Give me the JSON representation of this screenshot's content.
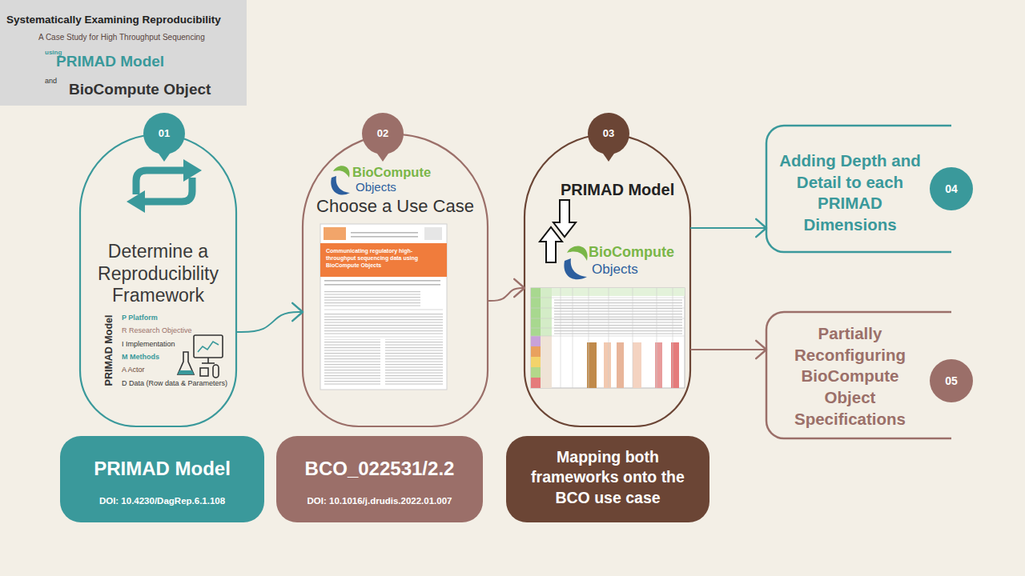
{
  "diagram": {
    "nodes": [
      {
        "text": [
          "Systematically Examining Reproducibility",
          "A Case Study for High Throughput Sequencing",
          "using",
          "PRIMAD Model",
          "and",
          "BioCompute Object"
        ]
      },
      {
        "text": [
          "Determine a Reproducibility Framework",
          "PRIMAD Model",
          "P Platform",
          "R Research Objective",
          "I Implementation",
          "M Methods",
          "A Actor",
          "D Data (Row data & Parameters)"
        ]
      },
      {
        "text": [
          "01"
        ],
        "in": 1
      },
      {
        "text": [
          "PRIMAD Model",
          "DOI: 10.4230/DagRep.6.1.108"
        ]
      },
      {
        "text": [
          "BioCompute",
          "Objects",
          "Choose a Use Case"
        ]
      },
      {
        "text": [
          "02"
        ],
        "in": 4
      },
      {
        "text": [
          "Communicating regulatory high-throughput sequencing data using BioCompute Objects"
        ],
        "in": 4
      },
      {
        "text": [
          "BCO_022531/2.2",
          "DOI: 10.1016/j.drudis.2022.01.007"
        ]
      },
      {
        "text": [
          "PRIMAD Model",
          "BioCompute",
          "Objects"
        ]
      },
      {
        "text": [
          "03"
        ],
        "in": 8
      },
      {
        "text": [
          "Mapping both frameworks onto the BCO use case"
        ]
      },
      {
        "text": [
          "Adding Depth and Detail to each PRIMAD Dimensions"
        ]
      },
      {
        "text": [
          "04"
        ],
        "in": 11
      },
      {
        "text": [
          "Partially Reconfiguring BioCompute Object Specifications"
        ]
      },
      {
        "text": [
          "05"
        ],
        "in": 13
      }
    ],
    "edges": [
      {
        "from": 1,
        "to": 4,
        "arrow": "to"
      },
      {
        "from": 4,
        "to": 8,
        "arrow": "to"
      },
      {
        "from": 8,
        "to": 11,
        "arrow": "to"
      },
      {
        "from": 8,
        "to": 13,
        "arrow": "to"
      }
    ]
  }
}
